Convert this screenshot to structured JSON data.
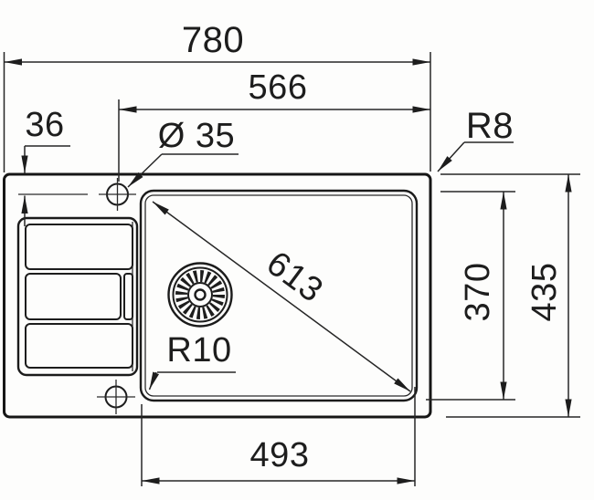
{
  "drawing": {
    "dims": {
      "overall_width": "780",
      "tap_span_width": "566",
      "tap_edge_offset": "36",
      "tap_hole_diameter": "Ø 35",
      "outer_corner_radius": "R8",
      "bowl_diagonal": "613",
      "bowl_depth": "370",
      "overall_depth": "435",
      "bowl_corner_radius": "R10",
      "bowl_width": "493"
    }
  }
}
